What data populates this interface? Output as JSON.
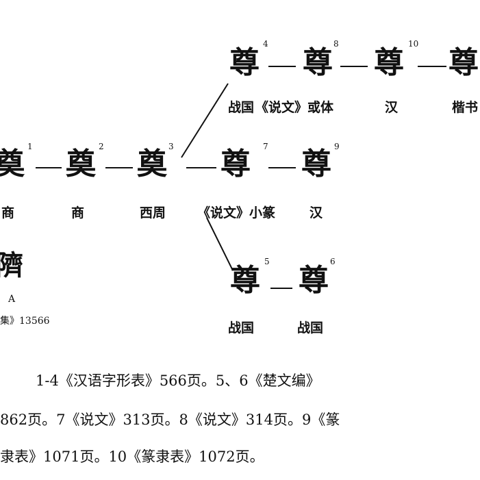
{
  "top_row": {
    "glyphs": [
      "尊",
      "尊",
      "尊",
      "尊"
    ],
    "numbers": [
      "4",
      "8",
      "10"
    ],
    "labels": [
      "战国",
      "《说文》或体",
      "汉",
      "楷书"
    ]
  },
  "middle_row": {
    "glyphs": [
      "奠",
      "奠",
      "奠",
      "尊",
      "尊"
    ],
    "numbers": [
      "1",
      "2",
      "3",
      "7",
      "9"
    ],
    "labels": [
      "商",
      "商",
      "西周",
      "《说文》小篆",
      "汉"
    ]
  },
  "bottom_row": {
    "glyphs": [
      "尊",
      "尊"
    ],
    "numbers": [
      "5",
      "6"
    ],
    "labels": [
      "战国",
      "战国"
    ]
  },
  "side_note": {
    "glyph": "隮",
    "letter": "A",
    "source": "集》13566"
  },
  "caption": {
    "line1": "1-4《汉语字形表》566页。5、6《楚文编》",
    "line2": "862页。7《说文》313页。8《说文》314页。9《篆",
    "line3": "隶表》1071页。10《篆隶表》1072页。"
  }
}
